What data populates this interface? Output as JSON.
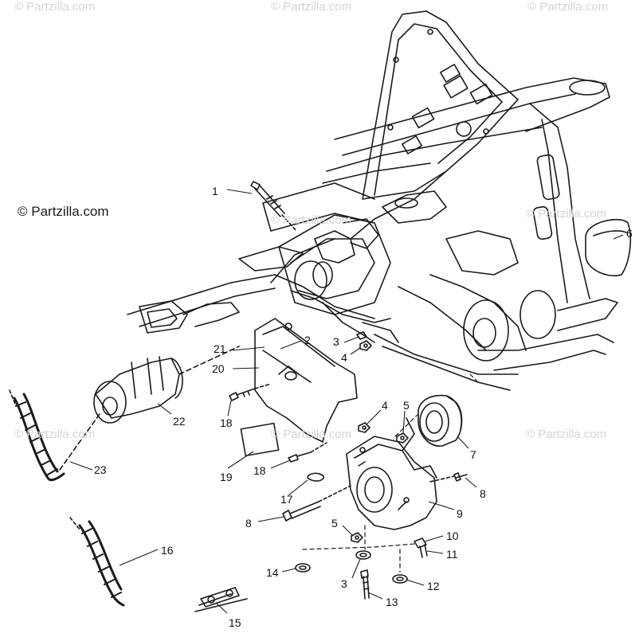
{
  "watermarks": {
    "main": "© Partzilla.com",
    "faint": [
      "© Partzilla.com",
      "© Partzilla.com",
      "© Partzilla.com",
      "© Partzilla.com",
      "© Partzilla.com",
      "© Partzilla.com",
      "© Partzilla.com",
      "© Partzilla.com"
    ]
  },
  "callouts": [
    "1",
    "2",
    "3",
    "4",
    "6",
    "21",
    "20",
    "22",
    "23",
    "18",
    "19",
    "18",
    "4",
    "5",
    "7",
    "8",
    "17",
    "9",
    "8",
    "5",
    "10",
    "11",
    "14",
    "3",
    "12",
    "13",
    "16",
    "15"
  ],
  "colors": {
    "line": "#1a1a1a",
    "watermark": "#d4d4d4"
  }
}
